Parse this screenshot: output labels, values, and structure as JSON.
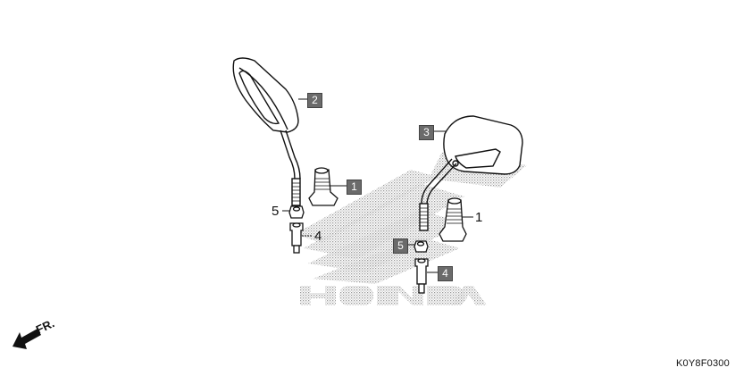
{
  "diagram": {
    "type": "exploded parts diagram",
    "subject": "Rear view mirrors",
    "watermark": "HONDA",
    "direction_label": "FR.",
    "diagram_code": "K0Y8F0300",
    "colors": {
      "callout_box": "#6b6b6b",
      "line": "#111111",
      "watermark_dots": "#b8b8b8"
    }
  },
  "callouts": [
    {
      "id": "c2",
      "label": "2",
      "style": "box",
      "part": "Left mirror"
    },
    {
      "id": "c1a",
      "label": "1",
      "style": "box",
      "part": "Mirror cover / boot (left)"
    },
    {
      "id": "c5a",
      "label": "5",
      "style": "text",
      "part": "Nut (left)"
    },
    {
      "id": "c4a",
      "label": "4",
      "style": "text",
      "part": "Adapter bolt (left)"
    },
    {
      "id": "c3",
      "label": "3",
      "style": "box",
      "part": "Right mirror"
    },
    {
      "id": "c1b",
      "label": "1",
      "style": "text",
      "part": "Mirror cover / boot (right)"
    },
    {
      "id": "c5b",
      "label": "5",
      "style": "box",
      "part": "Nut (right)"
    },
    {
      "id": "c4b",
      "label": "4",
      "style": "box",
      "part": "Adapter bolt (right)"
    }
  ]
}
